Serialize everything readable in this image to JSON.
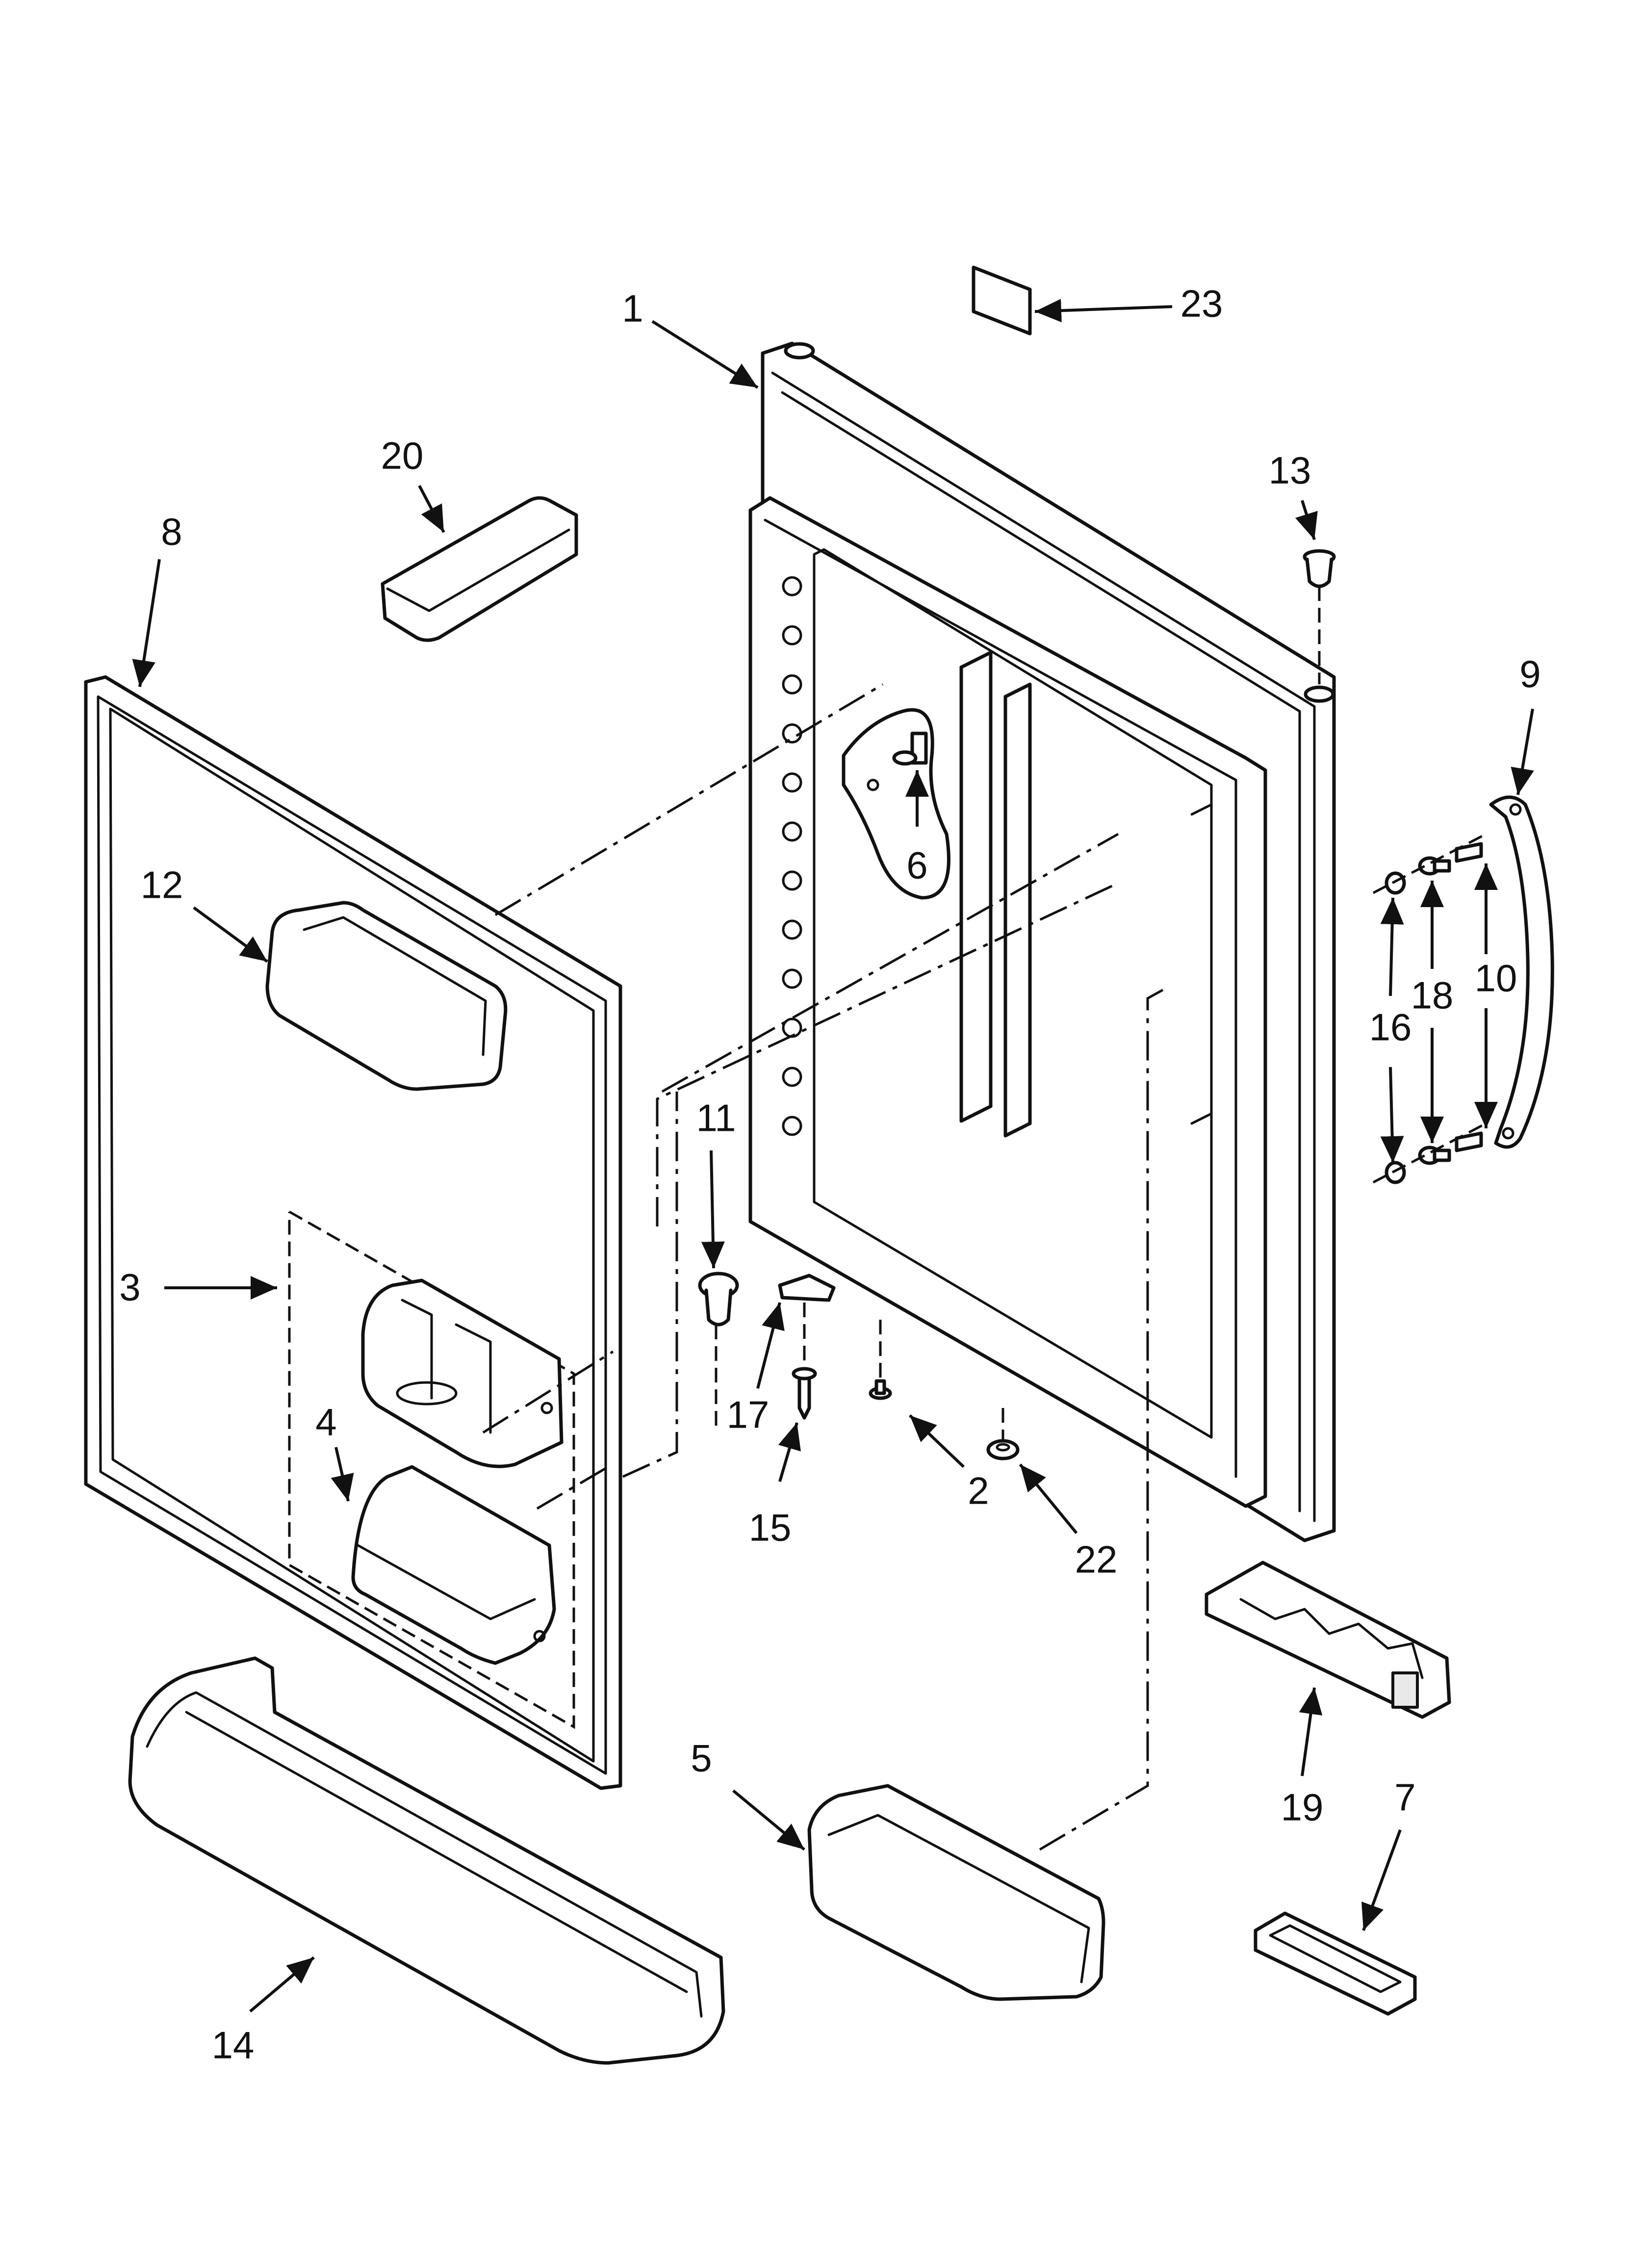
{
  "callouts": {
    "c1": "1",
    "c2": "2",
    "c3": "3",
    "c4": "4",
    "c5": "5",
    "c6": "6",
    "c7": "7",
    "c8": "8",
    "c9": "9",
    "c10": "10",
    "c11": "11",
    "c12": "12",
    "c13": "13",
    "c14": "14",
    "c15": "15",
    "c16": "16",
    "c17": "17",
    "c18": "18",
    "c19": "19",
    "c20": "20",
    "c22": "22",
    "c23": "23"
  }
}
